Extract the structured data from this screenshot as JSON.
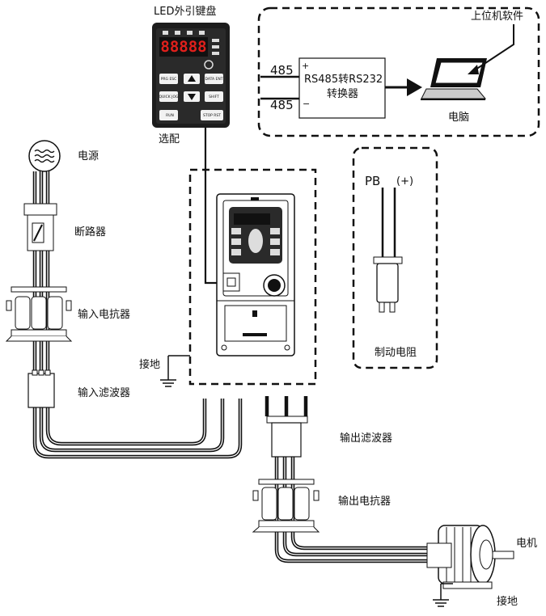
{
  "keypad": {
    "title": "LED外引键盘",
    "note": "选配",
    "display": "88888",
    "keys": [
      "PRG ESC",
      "DATA ENT",
      "QUICK JOG",
      "SHIFT",
      "RUN",
      "STOP RST"
    ]
  },
  "comm": {
    "host_software": "上位机软件",
    "converter_line1": "RS485转RS232",
    "converter_line2": "转换器",
    "pc": "电脑",
    "port_plus": "485",
    "port_minus": "485",
    "sign_plus": "+",
    "sign_minus": "−"
  },
  "brake": {
    "pb": "PB",
    "plus": "(+)",
    "label": "制动电阻"
  },
  "input_side": {
    "power": "电源",
    "breaker": "断路器",
    "input_reactor": "输入电抗器",
    "ground": "接地",
    "input_filter": "输入滤波器"
  },
  "output_side": {
    "output_filter": "输出滤波器",
    "output_reactor": "输出电抗器",
    "motor": "电机",
    "ground": "接地"
  },
  "colors": {
    "line": "#111111",
    "panel": "#222222",
    "display": "#e0201c"
  }
}
